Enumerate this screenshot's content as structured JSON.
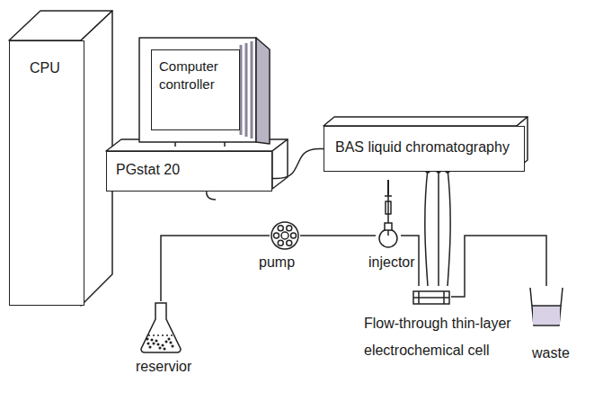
{
  "diagram": {
    "nodes": [
      {
        "text": [
          "CPU"
        ]
      },
      {
        "text": [
          "Computer controller"
        ]
      },
      {
        "text": [
          "PGstat 20"
        ]
      },
      {
        "text": [
          "BAS liquid chromatography"
        ]
      },
      {
        "text": [
          "pump"
        ]
      },
      {
        "text": [
          "injector"
        ]
      },
      {
        "text": [
          "Flow-through thin-layer electrochemical cell"
        ]
      },
      {
        "text": [
          "reservior"
        ]
      },
      {
        "text": [
          "waste"
        ]
      }
    ],
    "edges": [
      {
        "from": 2,
        "to": 3,
        "arrow": "none"
      },
      {
        "from": 3,
        "to": 6,
        "arrow": "none"
      },
      {
        "from": 7,
        "to": 4,
        "arrow": "none"
      },
      {
        "from": 4,
        "to": 5,
        "arrow": "none"
      },
      {
        "from": 5,
        "to": 6,
        "arrow": "none"
      },
      {
        "from": 6,
        "to": 8,
        "arrow": "none"
      }
    ]
  }
}
